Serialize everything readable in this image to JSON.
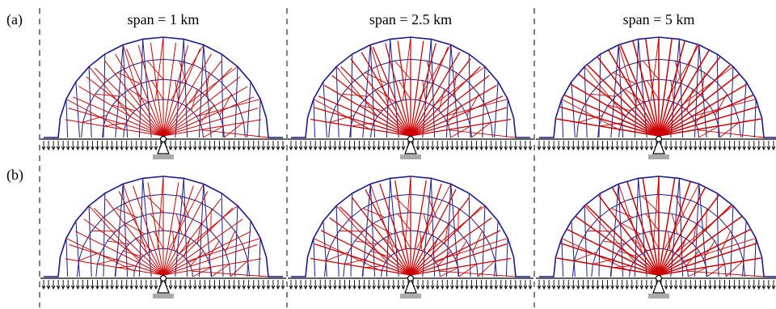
{
  "row_labels": {
    "a": "(a)",
    "b": "(b)"
  },
  "column_titles": [
    "span = 1 km",
    "span = 2.5 km",
    "span = 5 km"
  ],
  "colors": {
    "compression": "#1a1a8c",
    "tension": "#cc0000",
    "divider": "#000000",
    "support_base": "#aaaaaa"
  }
}
